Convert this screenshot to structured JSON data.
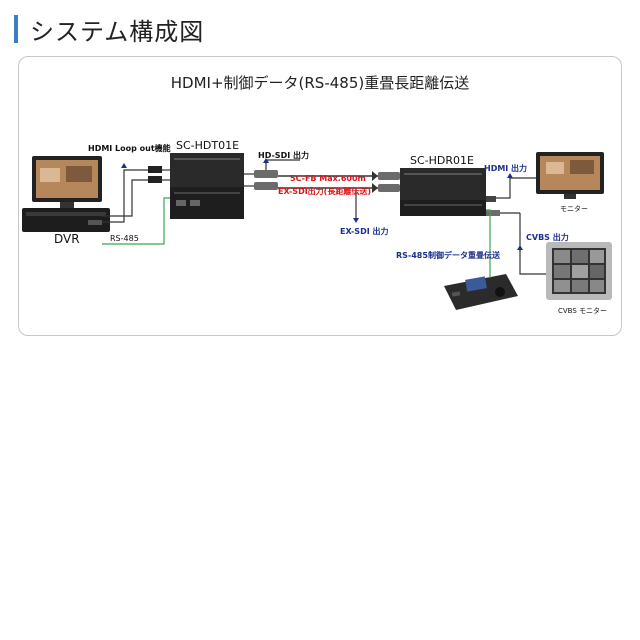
{
  "header": {
    "title": "システム構成図"
  },
  "diagram": {
    "title": "HDMI+制御データ(RS-485)重畳長距離伝送",
    "labels": {
      "hdmi_loop_out": "HDMI Loop out機能",
      "transmitter": "SC-HDT01E",
      "hd_sdi_out": "HD-SDI 出力",
      "receiver": "SC-HDR01E",
      "hdmi_out": "HDMI 出力",
      "fb_max": "5C-FB Max.600m",
      "ex_sdi_long": "EX-SDI出力(長距離伝送)",
      "ex_sdi_out": "EX-SDI 出力",
      "monitor": "モニター",
      "cvbs_out": "CVBS 出力",
      "rs485_overlay": "RS-485制御データ重畳伝送",
      "dvr": "DVR",
      "rs485": "RS-485",
      "cvbs_monitor": "CVBS モニター"
    },
    "colors": {
      "accent": "#3b7fc4",
      "rs485_line": "#3aa35a",
      "cable_blue": "#1c2f8c",
      "cable_red": "#e0141b"
    }
  }
}
